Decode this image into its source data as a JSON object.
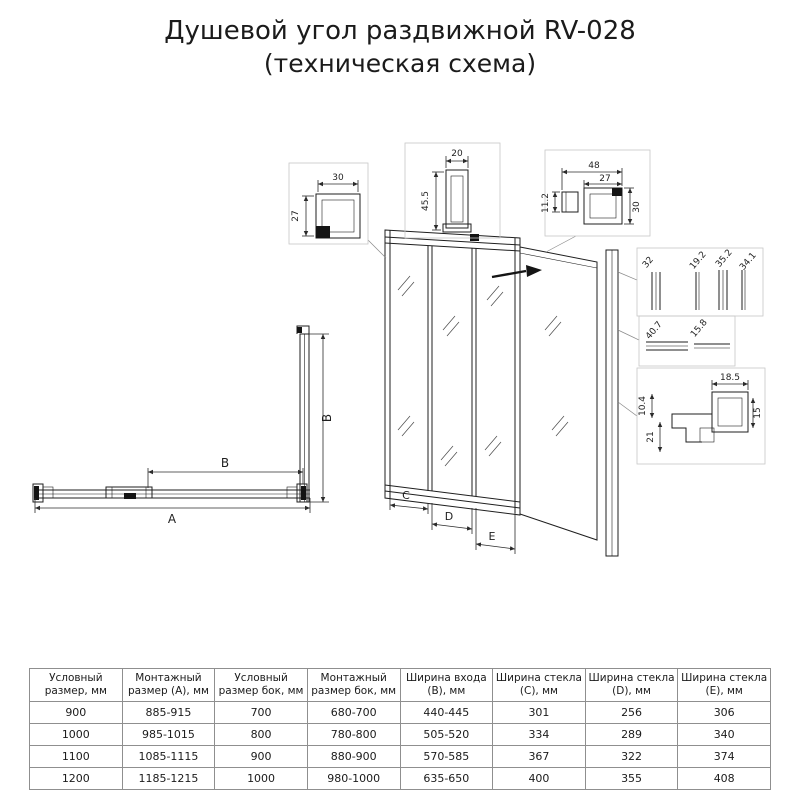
{
  "title": {
    "line1": "Душевой угол раздвижной RV-028",
    "line2": "(техническая схема)"
  },
  "axes": {
    "A": "A",
    "B_side": "B",
    "B_plan": "B"
  },
  "panels": {
    "C": "C",
    "D": "D",
    "E": "E"
  },
  "dims": {
    "bracket_w": "30",
    "bracket_h": "27",
    "profile2_w": "20",
    "profile2_h": "45.5",
    "profile3_w": "48",
    "profile3_inner_w": "27",
    "profile3_h_left": "11.2",
    "profile3_h_right": "30",
    "det4_a": "32",
    "det4_b": "19.2",
    "det4_c": "35.2",
    "det4_d": "34.1",
    "det5_a": "40.7",
    "det5_b": "15.8",
    "det6_h": "10.4",
    "det6_w": "18.5",
    "det6_inner": "15",
    "det6_depth": "21"
  },
  "table": {
    "headers": [
      "Условный размер, мм",
      "Монтажный размер (A), мм",
      "Условный размер бок, мм",
      "Монтажный размер бок, мм",
      "Ширина входа (B), мм",
      "Ширина стекла (C), мм",
      "Ширина стекла (D), мм",
      "Ширина стекла (E), мм"
    ],
    "rows": [
      [
        "900",
        "885-915",
        "700",
        "680-700",
        "440-445",
        "301",
        "256",
        "306"
      ],
      [
        "1000",
        "985-1015",
        "800",
        "780-800",
        "505-520",
        "334",
        "289",
        "340"
      ],
      [
        "1100",
        "1085-1115",
        "900",
        "880-900",
        "570-585",
        "367",
        "322",
        "374"
      ],
      [
        "1200",
        "1185-1215",
        "1000",
        "980-1000",
        "635-650",
        "400",
        "355",
        "408"
      ]
    ]
  }
}
